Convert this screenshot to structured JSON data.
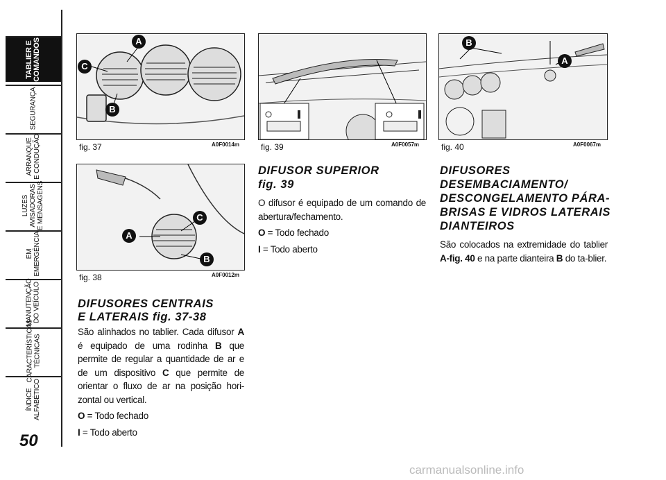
{
  "sidebar": {
    "tabs": [
      {
        "label": "TABLIER E\nCOMANDOS",
        "active": true
      },
      {
        "label": "SEGURANÇA"
      },
      {
        "label": "ARRANQUE\nE CONDUÇÃO"
      },
      {
        "label": "LUZES\nAVISADORAS\nE MENSAGENS"
      },
      {
        "label": "EM EMERGÊNCIA"
      },
      {
        "label": "MANUTENÇÃO\nDO VEÍCULO"
      },
      {
        "label": "CARACTERÍSTICAS\nTÉCNICAS"
      },
      {
        "label": "ÍNDICE\nALFABÉTICO"
      }
    ],
    "page_number": "50"
  },
  "figures": {
    "fig37": {
      "caption": "fig. 37",
      "code": "A0F0014m",
      "callouts": [
        "A",
        "B",
        "C"
      ]
    },
    "fig38": {
      "caption": "fig. 38",
      "code": "A0F0012m",
      "callouts": [
        "A",
        "B",
        "C"
      ]
    },
    "fig39": {
      "caption": "fig. 39",
      "code": "A0F0057m"
    },
    "fig40": {
      "caption": "fig. 40",
      "code": "A0F0067m",
      "callouts": [
        "A",
        "B"
      ]
    }
  },
  "sections": {
    "central": {
      "title_line1": "DIFUSORES CENTRAIS",
      "title_line2": "E LATERAIS fig. 37-38",
      "p1_a": "São alinhados no tablier. Cada difusor ",
      "p1_A": "A",
      "p1_b": " é equipado de uma rodinha ",
      "p1_B": "B",
      "p1_c": " que permite de regular a quantidade de ar e de um dispositivo ",
      "p1_C": "C",
      "p1_d": " que permite de orientar o fluxo de ar na posição hori-zontal ou vertical.",
      "o_key": "O",
      "o_text": " = Todo fechado",
      "i_key": "I",
      "i_text": " = Todo aberto"
    },
    "superior": {
      "title_line1": "DIFUSOR SUPERIOR",
      "title_line2": "fig. 39",
      "p1": "O difusor é equipado de um comando de abertura/fechamento.",
      "o_key": "O",
      "o_text": " = Todo fechado",
      "i_key": "I",
      "i_text": " = Todo aberto"
    },
    "defrost": {
      "title_line1": "DIFUSORES",
      "title_line2": "DESEMBACIAMENTO/",
      "title_line3": "DESCONGELAMENTO PÁRA-",
      "title_line4": "BRISAS E VIDROS LATERAIS",
      "title_line5": "DIANTEIROS",
      "p1_a": "São colocados na extremidade do tablier ",
      "p1_A": "A-fig. 40",
      "p1_b": " e na parte dianteira ",
      "p1_B": "B",
      "p1_c": " do ta-blier."
    }
  },
  "footer": {
    "watermark": "carmanualsonline.info"
  }
}
